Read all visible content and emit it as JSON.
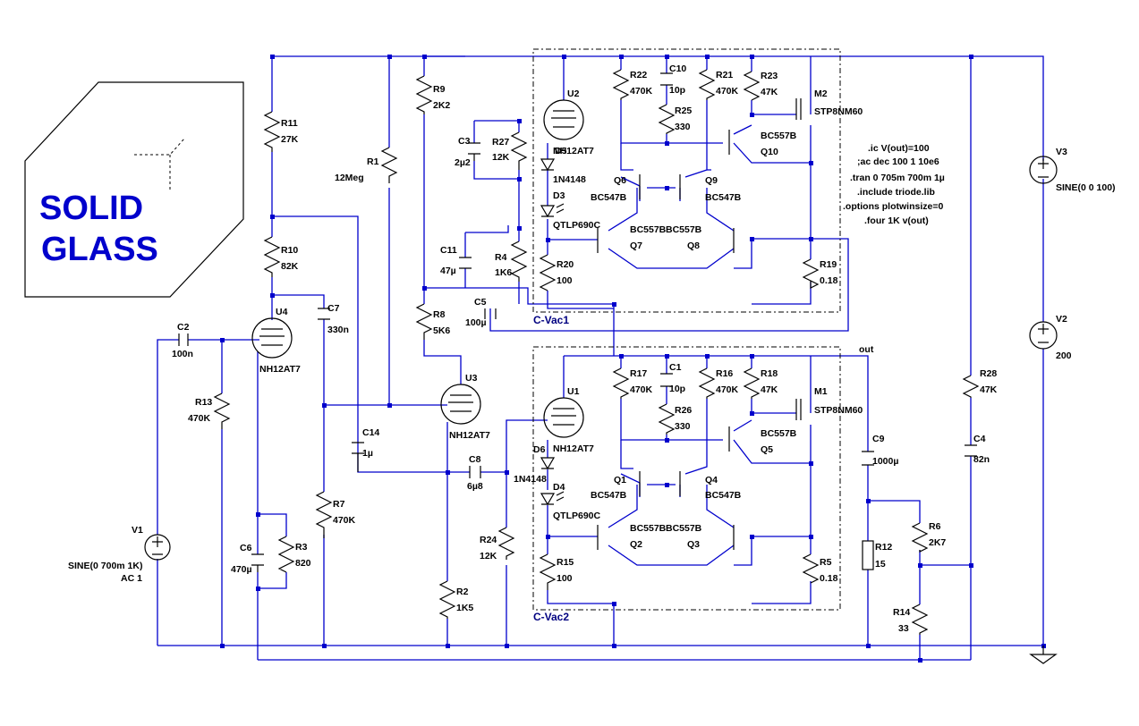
{
  "logo": {
    "line1": "SOLID",
    "line2": "GLASS"
  },
  "directives": [
    ".ic V(out)=100",
    ";ac dec 100 1 10e6",
    ".tran 0 705m 700m 1µ",
    ".include triode.lib",
    ".options plotwinsize=0",
    ".four 1K v(out)"
  ],
  "net_label": "out",
  "boxes": {
    "top": "C-Vac1",
    "bottom": "C-Vac2"
  },
  "parts": {
    "R11": {
      "name": "R11",
      "value": "27K"
    },
    "R10": {
      "name": "R10",
      "value": "82K"
    },
    "R1": {
      "name": "R1",
      "value": "12Meg"
    },
    "R9": {
      "name": "R9",
      "value": "2K2"
    },
    "R8": {
      "name": "R8",
      "value": "5K6"
    },
    "R27": {
      "name": "R27",
      "value": "12K"
    },
    "R4": {
      "name": "R4",
      "value": "1K6"
    },
    "R20": {
      "name": "R20",
      "value": "100"
    },
    "R22": {
      "name": "R22",
      "value": "470K"
    },
    "R25": {
      "name": "R25",
      "value": "330"
    },
    "R21": {
      "name": "R21",
      "value": "470K"
    },
    "R23": {
      "name": "R23",
      "value": "47K"
    },
    "R19": {
      "name": "R19",
      "value": "0.18"
    },
    "R13": {
      "name": "R13",
      "value": "470K"
    },
    "R7": {
      "name": "R7",
      "value": "470K"
    },
    "R3": {
      "name": "R3",
      "value": "820"
    },
    "R2": {
      "name": "R2",
      "value": "1K5"
    },
    "R24": {
      "name": "R24",
      "value": "12K"
    },
    "R15": {
      "name": "R15",
      "value": "100"
    },
    "R17": {
      "name": "R17",
      "value": "470K"
    },
    "R26": {
      "name": "R26",
      "value": "330"
    },
    "R16": {
      "name": "R16",
      "value": "470K"
    },
    "R18": {
      "name": "R18",
      "value": "47K"
    },
    "R5": {
      "name": "R5",
      "value": "0.18"
    },
    "R12": {
      "name": "R12",
      "value": "15"
    },
    "R6": {
      "name": "R6",
      "value": "2K7"
    },
    "R14": {
      "name": "R14",
      "value": "33"
    },
    "R28": {
      "name": "R28",
      "value": "47K"
    },
    "C2": {
      "name": "C2",
      "value": "100n"
    },
    "C7": {
      "name": "C7",
      "value": "330n"
    },
    "C3": {
      "name": "C3",
      "value": "2µ2"
    },
    "C11": {
      "name": "C11",
      "value": "47µ"
    },
    "C5": {
      "name": "C5",
      "value": "100µ"
    },
    "C10": {
      "name": "C10",
      "value": "10p"
    },
    "C14": {
      "name": "C14",
      "value": "1µ"
    },
    "C8": {
      "name": "C8",
      "value": "6µ8"
    },
    "C6": {
      "name": "C6",
      "value": "470µ"
    },
    "C1": {
      "name": "C1",
      "value": "10p"
    },
    "C9": {
      "name": "C9",
      "value": "1000µ"
    },
    "C4": {
      "name": "C4",
      "value": "82n"
    },
    "U4": {
      "name": "U4",
      "value": "NH12AT7"
    },
    "U3": {
      "name": "U3",
      "value": "NH12AT7"
    },
    "U2": {
      "name": "U2",
      "value": "NH12AT7"
    },
    "U1": {
      "name": "U1",
      "value": "NH12AT7"
    },
    "D5": {
      "name": "D5",
      "value": "1N4148"
    },
    "D3": {
      "name": "D3",
      "value": "QTLP690C"
    },
    "D6": {
      "name": "D6",
      "value": "1N4148"
    },
    "D4": {
      "name": "D4",
      "value": "QTLP690C"
    },
    "Q6": {
      "name": "Q6",
      "value": "BC547B"
    },
    "Q9": {
      "name": "Q9",
      "value": "BC547B"
    },
    "Q7": {
      "name": "Q7",
      "value": "BC557B"
    },
    "Q8": {
      "name": "Q8",
      "value": "BC557B"
    },
    "Q10": {
      "name": "Q10",
      "value": "BC557B"
    },
    "Q1": {
      "name": "Q1",
      "value": "BC547B"
    },
    "Q4": {
      "name": "Q4",
      "value": "BC547B"
    },
    "Q2": {
      "name": "Q2",
      "value": "BC557B"
    },
    "Q3": {
      "name": "Q3",
      "value": "BC557B"
    },
    "Q5": {
      "name": "Q5",
      "value": "BC557B"
    },
    "M2": {
      "name": "M2",
      "value": "STP8NM60"
    },
    "M1": {
      "name": "M1",
      "value": "STP8NM60"
    },
    "V1": {
      "name": "V1",
      "value": "SINE(0 700m 1K)",
      "extra": "AC 1"
    },
    "V2": {
      "name": "V2",
      "value": "200"
    },
    "V3": {
      "name": "V3",
      "value": "SINE(0 0 100)"
    }
  }
}
